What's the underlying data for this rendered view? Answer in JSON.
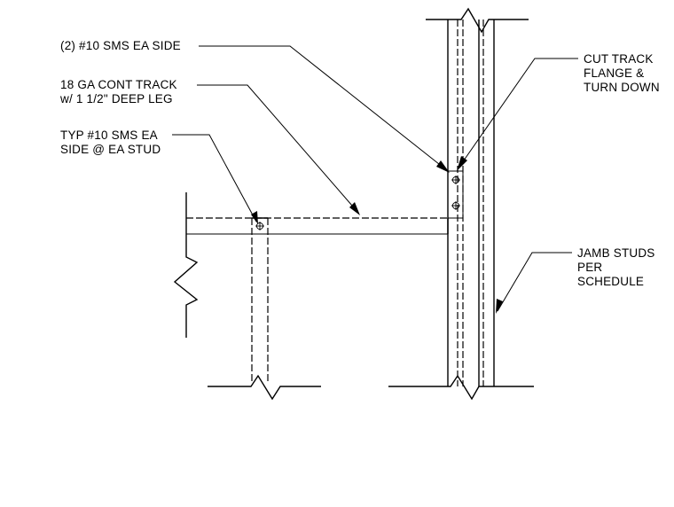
{
  "labels": {
    "sms_ea_side": "(2) #10 SMS EA SIDE",
    "track_line1": "18 GA CONT TRACK",
    "track_line2": "w/ 1 1/2\" DEEP LEG",
    "typ_line1": "TYP #10 SMS EA",
    "typ_line2": "SIDE @ EA STUD",
    "cut_line1": "CUT TRACK",
    "cut_line2": "FLANGE &",
    "cut_line3": "TURN DOWN",
    "jamb_line1": "JAMB STUDS",
    "jamb_line2": "PER",
    "jamb_line3": "SCHEDULE"
  },
  "colors": {
    "line": "#000000",
    "hidden": "#555555",
    "background": "#ffffff"
  }
}
